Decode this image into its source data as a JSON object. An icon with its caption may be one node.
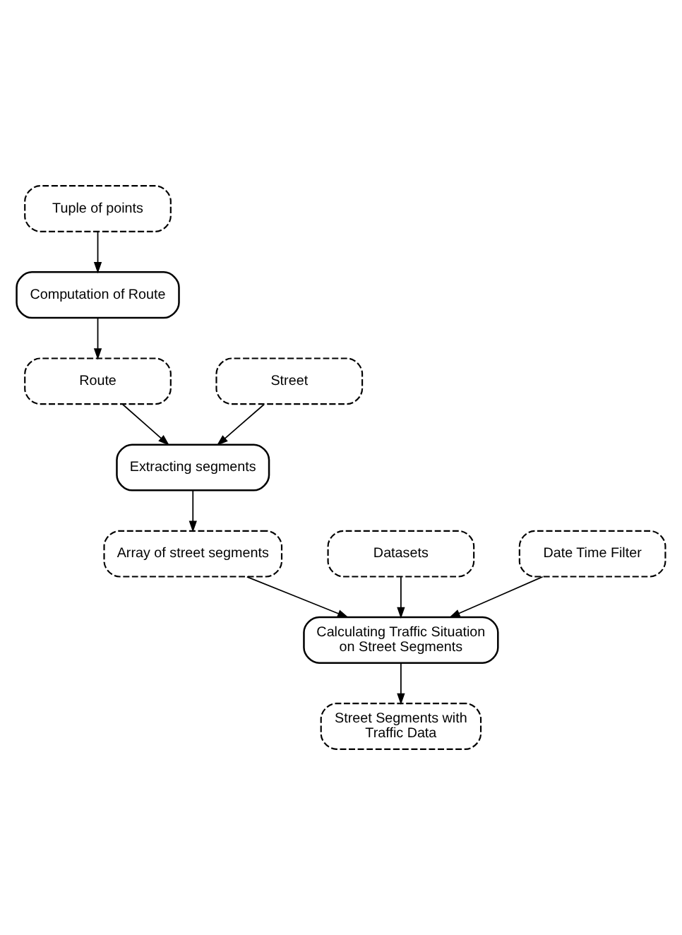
{
  "diagram": {
    "nodes": [
      {
        "text": [
          "Tuple of points"
        ]
      },
      {
        "text": [
          "Computation of Route"
        ]
      },
      {
        "text": [
          "Route"
        ]
      },
      {
        "text": [
          "Street"
        ]
      },
      {
        "text": [
          "Extracting segments"
        ]
      },
      {
        "text": [
          "Array of street segments"
        ]
      },
      {
        "text": [
          "Datasets"
        ]
      },
      {
        "text": [
          "Date Time Filter"
        ]
      },
      {
        "text": [
          "Calculating Traffic Situation on Street Segments"
        ]
      },
      {
        "text": [
          "Street Segments with Traffic Data"
        ]
      }
    ],
    "edges": [
      {
        "from": 0,
        "to": 1,
        "arrow": "to"
      },
      {
        "from": 1,
        "to": 2,
        "arrow": "to"
      },
      {
        "from": 2,
        "to": 4,
        "arrow": "to"
      },
      {
        "from": 3,
        "to": 4,
        "arrow": "to"
      },
      {
        "from": 4,
        "to": 5,
        "arrow": "to"
      },
      {
        "from": 5,
        "to": 8,
        "arrow": "to"
      },
      {
        "from": 6,
        "to": 8,
        "arrow": "to"
      },
      {
        "from": 7,
        "to": 8,
        "arrow": "to"
      },
      {
        "from": 8,
        "to": 9,
        "arrow": "to"
      }
    ]
  }
}
